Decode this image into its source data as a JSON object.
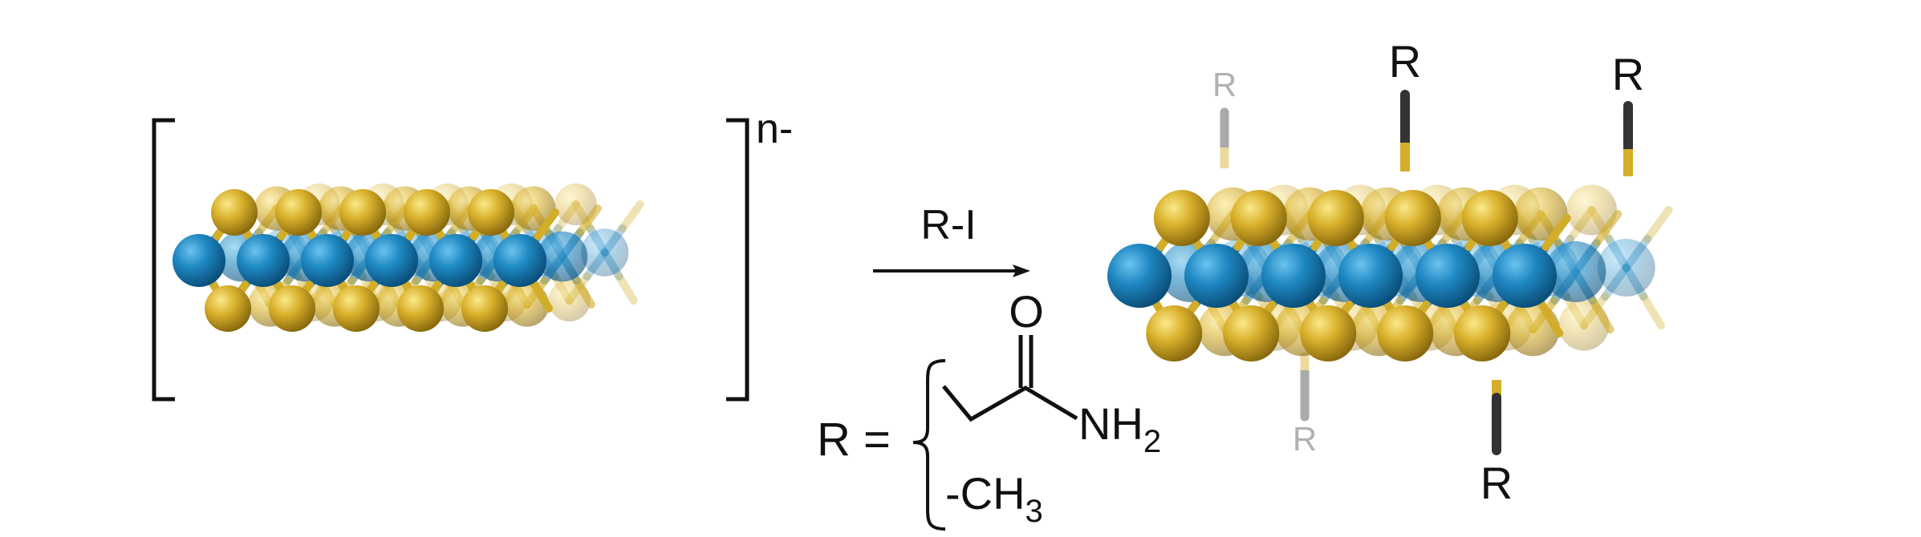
{
  "reactant": {
    "charge_label": "n-"
  },
  "arrow": {
    "reagent_label": "R-I"
  },
  "substituent_definition": {
    "lhs": "R =",
    "option_1": {
      "carbonyl_oxygen": "O",
      "amine_label": "NH",
      "amine_subscript": "2"
    },
    "option_2": {
      "label": "-CH",
      "subscript": "3"
    }
  },
  "product": {
    "group_label": "R"
  },
  "colors": {
    "molybdenum_atom": "#1a7fb8",
    "sulfur_atom": "#d4ae2a",
    "bond_dark": "#3a3a3a",
    "faded_label": "#8a8a8a",
    "text": "#111111"
  }
}
